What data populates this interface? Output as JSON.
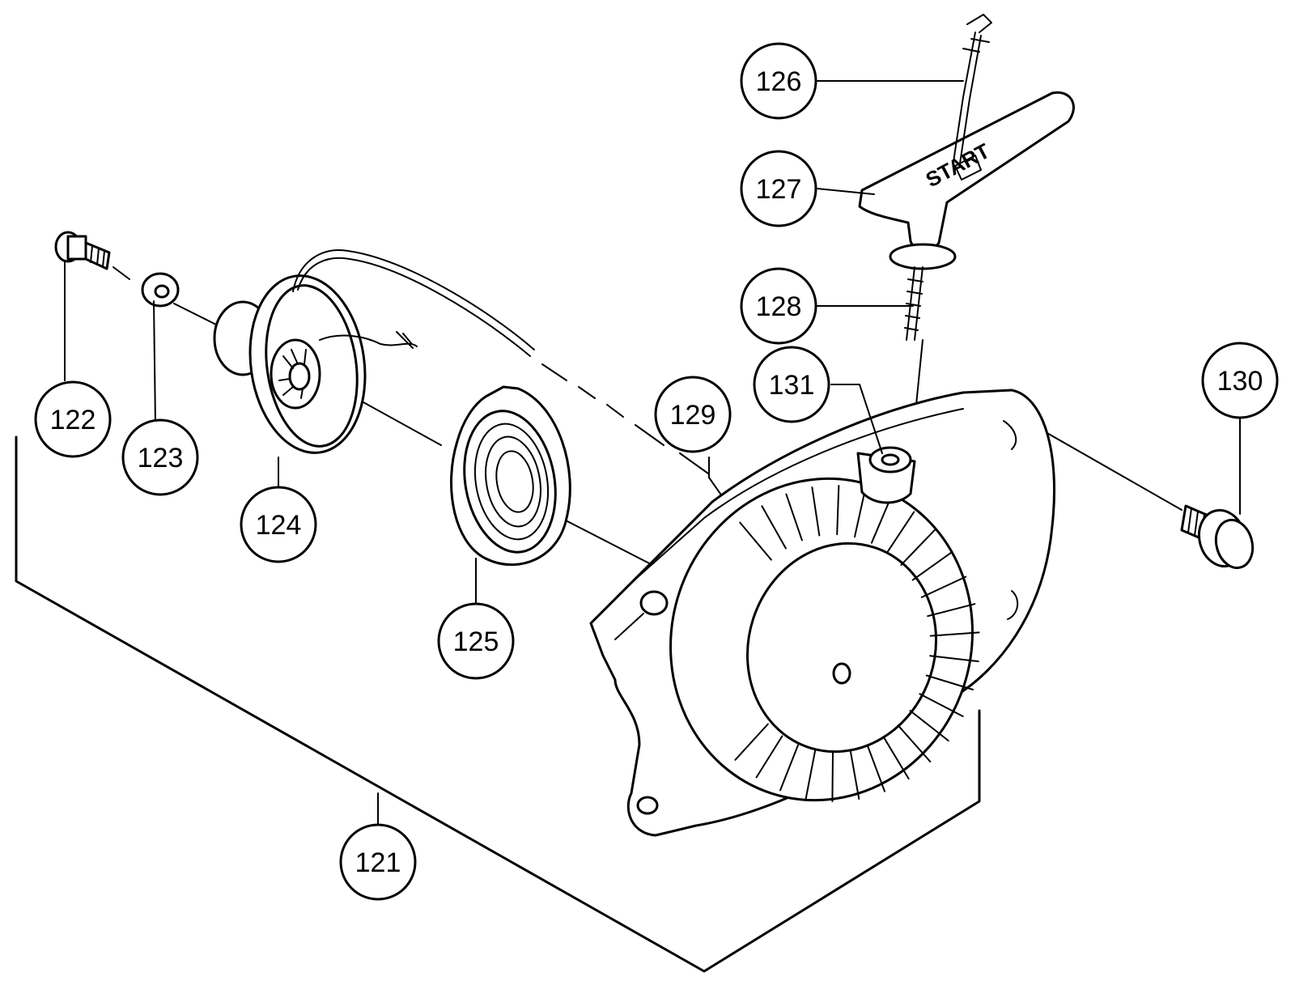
{
  "handle_text": "START",
  "callouts": [
    {
      "id": "121",
      "label": "121"
    },
    {
      "id": "122",
      "label": "122"
    },
    {
      "id": "123",
      "label": "123"
    },
    {
      "id": "124",
      "label": "124"
    },
    {
      "id": "125",
      "label": "125"
    },
    {
      "id": "126",
      "label": "126"
    },
    {
      "id": "127",
      "label": "127"
    },
    {
      "id": "128",
      "label": "128"
    },
    {
      "id": "129",
      "label": "129"
    },
    {
      "id": "130",
      "label": "130"
    },
    {
      "id": "131",
      "label": "131"
    }
  ]
}
